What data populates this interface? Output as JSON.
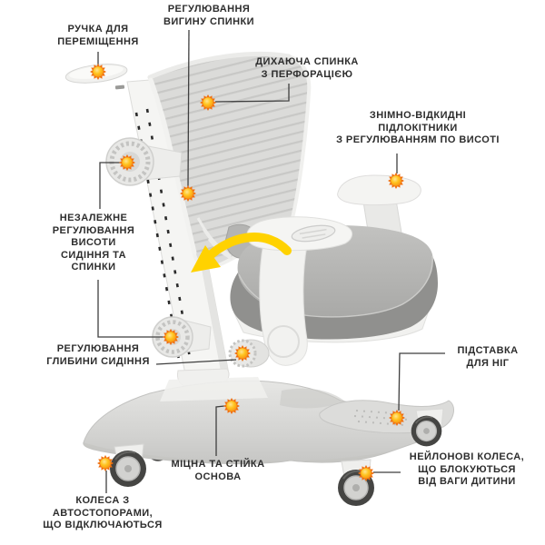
{
  "illustration": {
    "subject": "ergonomic-growing-chair-side-view",
    "marker_icon": "sun-burst-icon",
    "arrow_icon": "curved-arrow-left-icon"
  },
  "colors": {
    "label_text": "#2d2d2d",
    "callout_line": "#3f3f3f",
    "marker_outer": "#f06f0e",
    "marker_core": "#ffc41f",
    "arrow": "#ffd200",
    "plastic_white": "#f4f4f2",
    "backrest_gray": "#dbdbd9",
    "seat_fabric": "#b8b8b6",
    "base_gray": "#d7d7d5",
    "wheel_dark": "#454543"
  },
  "callouts": {
    "handle": {
      "label": "РУЧКА ДЛЯ\nПЕРЕМІЩЕННЯ"
    },
    "backrest_curve": {
      "label": "РЕГУЛЮВАННЯ\nВИГИНУ СПИНКИ"
    },
    "breathable_back": {
      "label": "ДИХАЮЧА СПИНКА\nЗ ПЕРФОРАЦІЄЮ"
    },
    "armrests": {
      "label": "ЗНІМНО-ВІДКИДНІ\nПІДЛОКІТНИКИ\nЗ РЕГУЛЮВАННЯМ ПО ВИСОТІ"
    },
    "independent_height": {
      "label": "НЕЗАЛЕЖНЕ\nРЕГУЛЮВАННЯ\nВИСОТИ\nСИДІННЯ ТА\nСПИНКИ"
    },
    "seat_depth": {
      "label": "РЕГУЛЮВАННЯ\nГЛИБИНИ СИДІННЯ"
    },
    "footrest": {
      "label": "ПІДСТАВКА\nДЛЯ НІГ"
    },
    "sturdy_base": {
      "label": "МІЦНА ТА СТІЙКА\nОСНОВА"
    },
    "autostop_wheels": {
      "label": "КОЛЕСА З\nАВТОСТОПОРАМИ,\nЩО ВІДКЛЮЧАЮТЬСЯ"
    },
    "nylon_wheels": {
      "label": "НЕЙЛОНОВІ КОЛЕСА,\nЩО БЛОКУЮТЬСЯ\nВІД ВАГИ ДИТИНИ"
    }
  }
}
